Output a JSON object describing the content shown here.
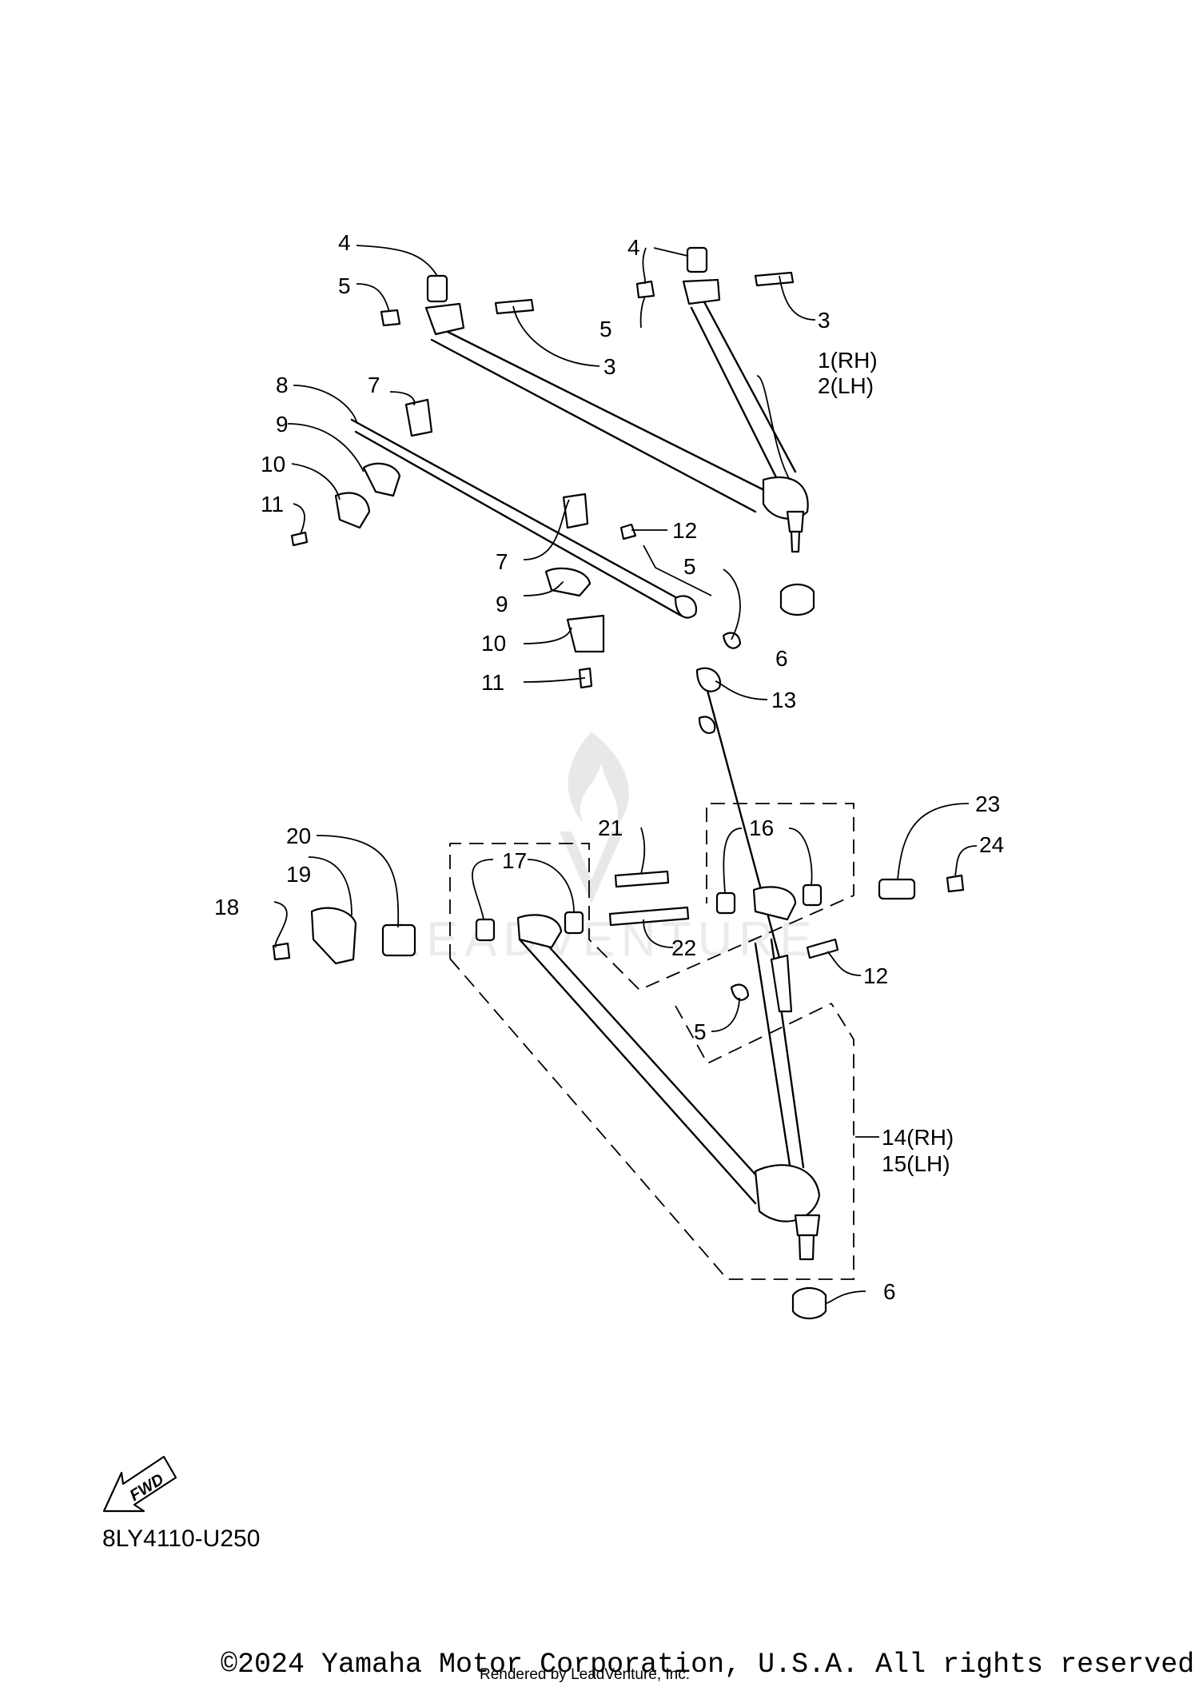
{
  "diagram": {
    "part_number_code": "8LY4110-U250",
    "copyright": "©2024 Yamaha Motor Corporation, U.S.A. All rights reserved.",
    "rendered_by": "Rendered by LeadVenture, Inc.",
    "watermark_text": "LEADVENTURE",
    "fwd_label": "FWD",
    "callouts": {
      "c1": "1(RH)",
      "c2": "2(LH)",
      "c3": "3",
      "c4": "4",
      "c5": "5",
      "c6": "6",
      "c7": "7",
      "c8": "8",
      "c9": "9",
      "c10": "10",
      "c11": "11",
      "c12": "12",
      "c13": "13",
      "c14": "14(RH)",
      "c15": "15(LH)",
      "c16": "16",
      "c17": "17",
      "c18": "18",
      "c19": "19",
      "c20": "20",
      "c21": "21",
      "c22": "22",
      "c23": "23",
      "c24": "24"
    }
  }
}
